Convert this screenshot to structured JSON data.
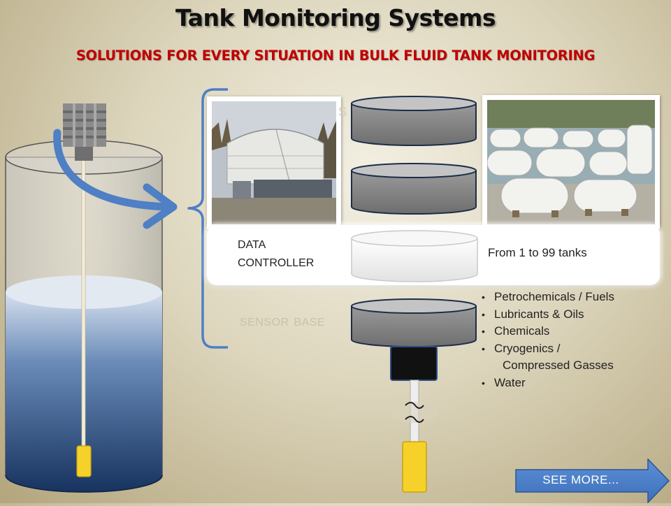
{
  "header": {
    "title": "Tank Monitoring Systems",
    "subtitle": "SOLUTIONS FOR EVERY SITUATION IN BULK FLUID TANK MONITORING"
  },
  "components": {
    "ghost_text": "S",
    "data_controller_label": "DATA CONTROLLER",
    "data_controller_value": "From 1 to 99 tanks",
    "sensor_base_label": "SENSOR BASE"
  },
  "applications": [
    {
      "text": "Petrochemicals / Fuels"
    },
    {
      "text": "Lubricants & Oils"
    },
    {
      "text": "Chemicals"
    },
    {
      "text": "Cryogenics /",
      "continuation": "Compressed Gasses"
    },
    {
      "text": "Water"
    }
  ],
  "icons": {
    "arrow": "curved-arrow-icon",
    "bracket": "bracket-icon",
    "next": "right-arrow-icon"
  },
  "colors": {
    "title_red": "#c00000",
    "accent_blue": "#4f7fc4",
    "liquid_dark": "#1d3a66",
    "float_yellow": "#f5d12a"
  },
  "actions": {
    "see_more_label": "SEE MORE..."
  }
}
